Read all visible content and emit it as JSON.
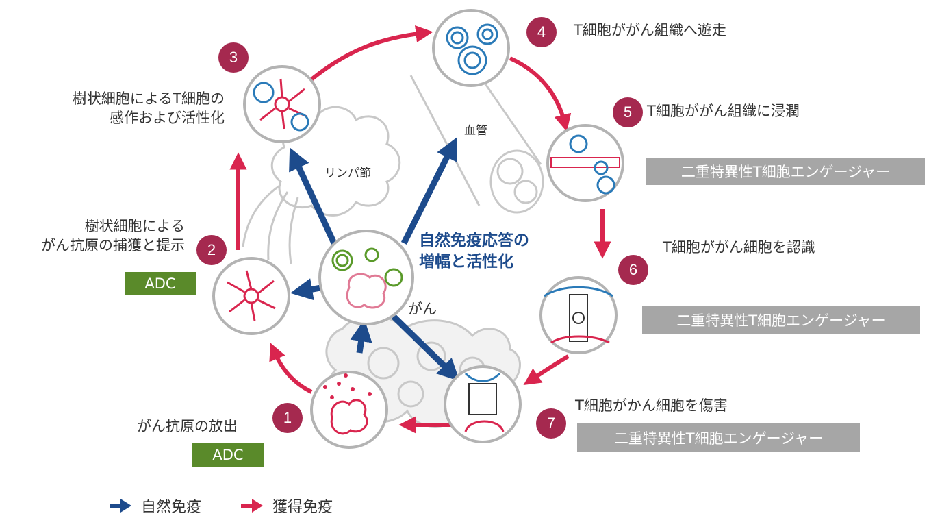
{
  "colors": {
    "innate": "#1d4b8c",
    "adaptive": "#d9254e",
    "badge": "#a5294f",
    "adc": "#5a8a2a",
    "bispecific": "#a6a6a6"
  },
  "center": {
    "title_line1": "自然免疫応答の",
    "title_line2": "増幅と活性化",
    "cancer_label": "がん"
  },
  "regions": {
    "lymph_node": "リンパ節",
    "blood_vessel": "血管"
  },
  "steps": [
    {
      "num": "1",
      "label_line1": "がん抗原の放出",
      "tag": "ADC"
    },
    {
      "num": "2",
      "label_line1": "樹状細胞による",
      "label_line2": "がん抗原の捕獲と提示",
      "tag": "ADC"
    },
    {
      "num": "3",
      "label_line1": "樹状細胞によるT細胞の",
      "label_line2": "感作および活性化"
    },
    {
      "num": "4",
      "label_line1": "T細胞ががん組織へ遊走"
    },
    {
      "num": "5",
      "label_line1": "T細胞ががん組織に浸潤",
      "tag": "二重特異性T細胞エンゲージャー"
    },
    {
      "num": "6",
      "label_line1": "T細胞ががん細胞を認識",
      "tag": "二重特異性T細胞エンゲージャー"
    },
    {
      "num": "7",
      "label_line1": "T細胞がかん細胞を傷害",
      "tag": "二重特異性T細胞エンゲージャー"
    }
  ],
  "legend": {
    "innate": "自然免疫",
    "adaptive": "獲得免疫"
  }
}
